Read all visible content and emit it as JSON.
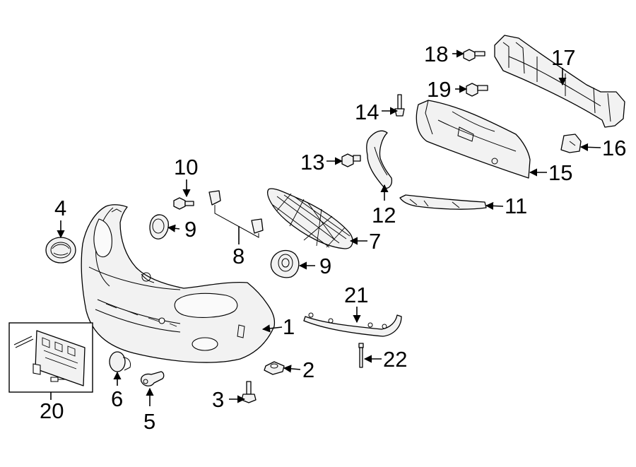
{
  "callouts": {
    "c1": "1",
    "c2": "2",
    "c3": "3",
    "c4": "4",
    "c5": "5",
    "c6": "6",
    "c7": "7",
    "c8": "8",
    "c9a": "9",
    "c9b": "9",
    "c10": "10",
    "c11": "11",
    "c12": "12",
    "c13": "13",
    "c14": "14",
    "c15": "15",
    "c16": "16",
    "c17": "17",
    "c18": "18",
    "c19": "19",
    "c20": "20",
    "c21": "21",
    "c22": "22"
  },
  "colors": {
    "line": "#000000",
    "fill": "#f2f2f2",
    "background": "#ffffff"
  }
}
